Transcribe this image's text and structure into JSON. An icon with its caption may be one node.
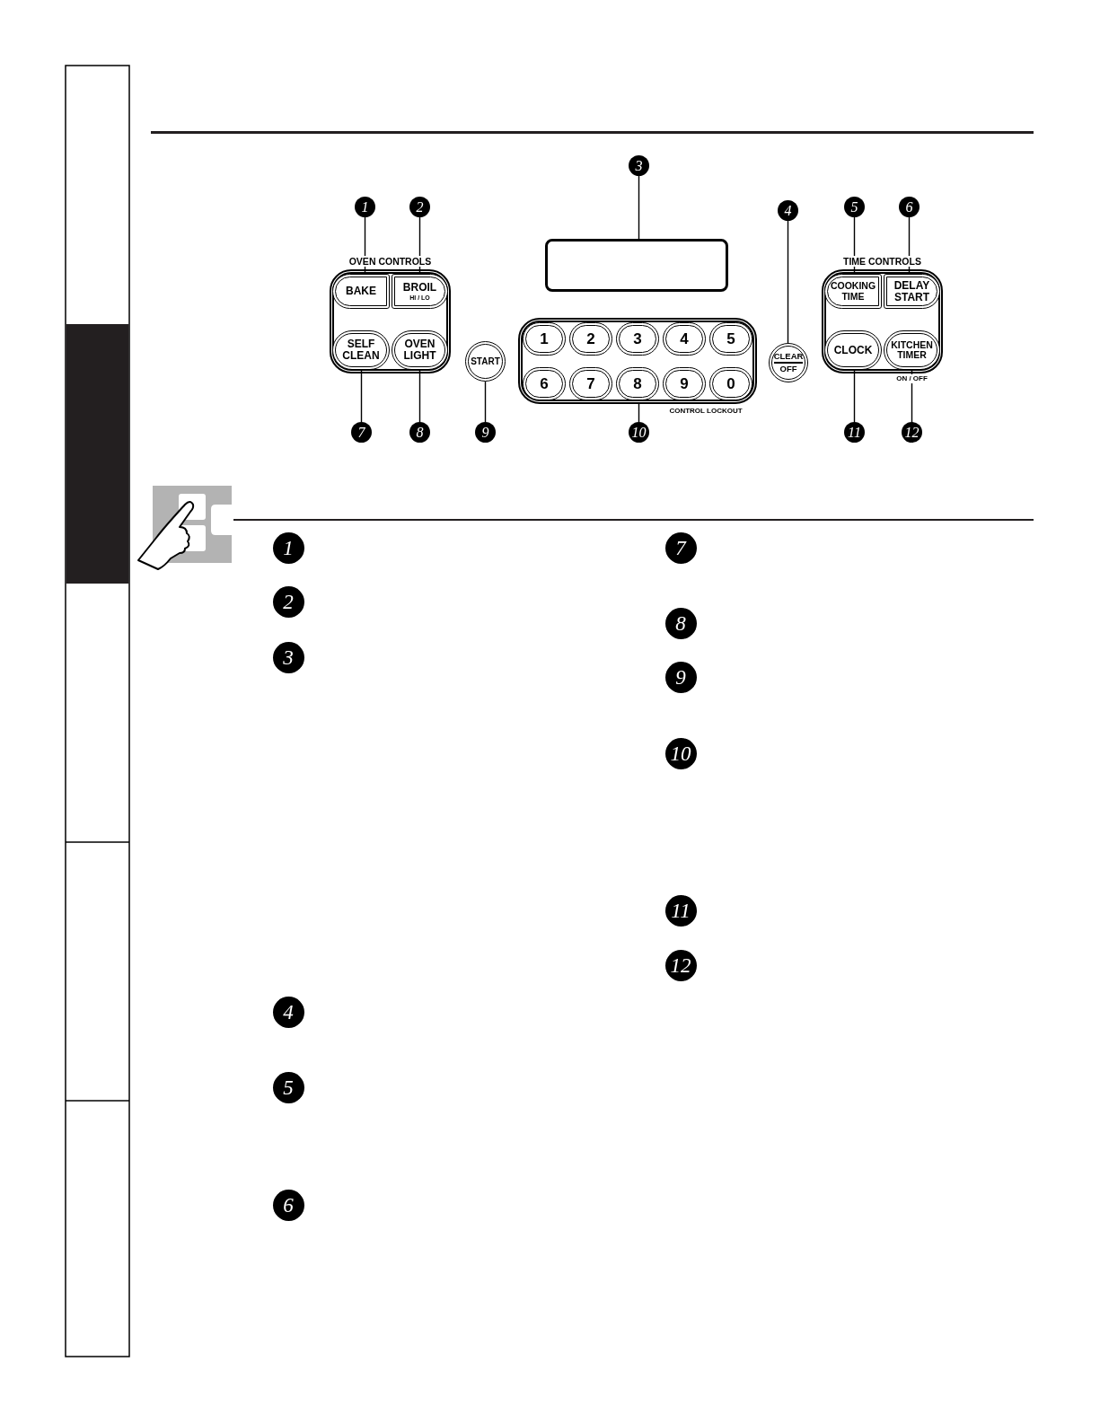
{
  "diagram": {
    "nodes": [
      {
        "text": [
          "3"
        ]
      },
      {
        "text": [
          "1"
        ]
      },
      {
        "text": [
          "2"
        ]
      },
      {
        "text": [
          "4"
        ]
      },
      {
        "text": [
          "5"
        ]
      },
      {
        "text": [
          "6"
        ]
      },
      {
        "text": [
          "OVEN CONTROLS"
        ]
      },
      {
        "text": [
          "BAKE"
        ],
        "in": 6
      },
      {
        "text": [
          "BROIL",
          "HI / LO"
        ],
        "in": 6
      },
      {
        "text": [
          "SELF CLEAN"
        ],
        "in": 6
      },
      {
        "text": [
          "OVEN LIGHT"
        ],
        "in": 6
      },
      {
        "text": [],
        "shape": "box"
      },
      {
        "text": [
          "START"
        ]
      },
      {
        "text": [],
        "shape": "box",
        "beside": [
          "CONTROL LOCKOUT"
        ]
      },
      {
        "text": [
          "1"
        ],
        "in": 13
      },
      {
        "text": [
          "2"
        ],
        "in": 13
      },
      {
        "text": [
          "3"
        ],
        "in": 13
      },
      {
        "text": [
          "4"
        ],
        "in": 13
      },
      {
        "text": [
          "5"
        ],
        "in": 13
      },
      {
        "text": [
          "6"
        ],
        "in": 13
      },
      {
        "text": [
          "7"
        ],
        "in": 13
      },
      {
        "text": [
          "8"
        ],
        "in": 13
      },
      {
        "text": [
          "9"
        ],
        "in": 13
      },
      {
        "text": [
          "0"
        ],
        "in": 13
      },
      {
        "text": [
          "CLEAR",
          "OFF"
        ]
      },
      {
        "text": [
          "TIME CONTROLS"
        ]
      },
      {
        "text": [
          "COOKING TIME"
        ],
        "in": 25
      },
      {
        "text": [
          "DELAY START"
        ],
        "in": 25
      },
      {
        "text": [
          "CLOCK"
        ],
        "in": 25
      },
      {
        "text": [
          "KITCHEN TIMER"
        ],
        "in": 25,
        "beside": [
          "ON / OFF"
        ]
      },
      {
        "text": [
          "7"
        ]
      },
      {
        "text": [
          "8"
        ]
      },
      {
        "text": [
          "9"
        ]
      },
      {
        "text": [
          "10"
        ]
      },
      {
        "text": [
          "11"
        ]
      },
      {
        "text": [
          "12"
        ]
      }
    ],
    "edges": [
      {
        "from": 1,
        "to": 7,
        "arrow": "none"
      },
      {
        "from": 2,
        "to": 8,
        "arrow": "none"
      },
      {
        "from": 0,
        "to": 11,
        "arrow": "none"
      },
      {
        "from": 3,
        "to": 24,
        "arrow": "none"
      },
      {
        "from": 4,
        "to": 26,
        "arrow": "none"
      },
      {
        "from": 5,
        "to": 27,
        "arrow": "none"
      },
      {
        "from": 30,
        "to": 9,
        "arrow": "none"
      },
      {
        "from": 31,
        "to": 10,
        "arrow": "none"
      },
      {
        "from": 32,
        "to": 12,
        "arrow": "none"
      },
      {
        "from": 33,
        "to": 13,
        "arrow": "none"
      },
      {
        "from": 34,
        "to": 28,
        "arrow": "none"
      },
      {
        "from": 35,
        "to": 29,
        "arrow": "none"
      }
    ],
    "labels": [
      "1",
      "2",
      "3",
      "4",
      "5",
      "6",
      "7",
      "8",
      "9",
      "10",
      "11",
      "12"
    ]
  }
}
